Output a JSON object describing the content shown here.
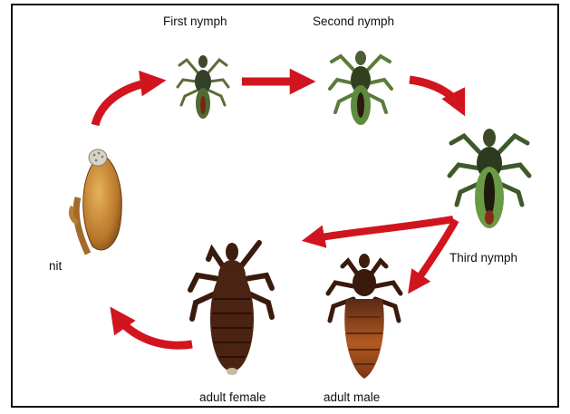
{
  "labels": {
    "nit": "nit",
    "first_nymph": "First nymph",
    "second_nymph": "Second nymph",
    "third_nymph": "Third nymph",
    "adult_female": "adult female",
    "adult_male": "adult male"
  },
  "colors": {
    "arrow": "#d0151e",
    "nymph_green": "#5d8a3e",
    "adult_brown": "#4a2312",
    "male_orange": "#b5561f",
    "nit_tan": "#c8882f"
  }
}
